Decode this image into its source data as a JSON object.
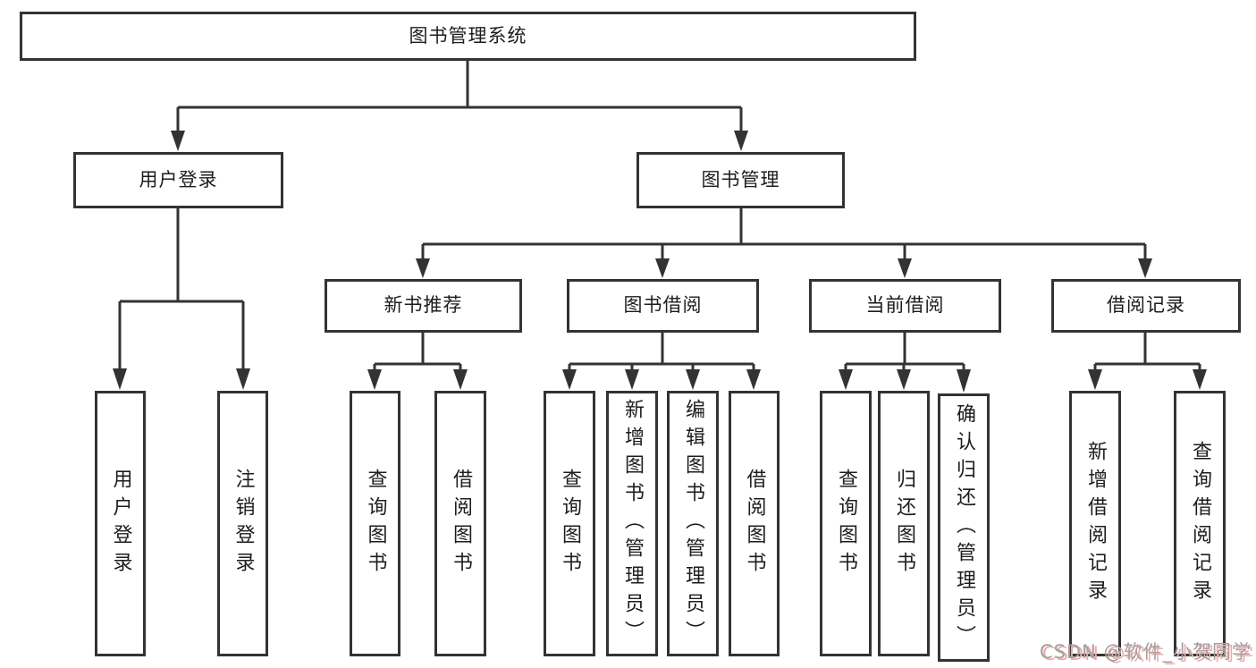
{
  "diagram": {
    "title": "图书管理系统",
    "colors": {
      "line": "#333333",
      "box_border": "#333333",
      "box_bg": "#ffffff",
      "text": "#1d1d1d"
    },
    "nodes": {
      "root": "图书管理系统",
      "user_login": "用户登录",
      "book_mgmt": "图书管理",
      "new_book_rec": "新书推荐",
      "book_borrow": "图书借阅",
      "current_borrow": "当前借阅",
      "borrow_record": "借阅记录",
      "leaf_user_login": "用户登录",
      "leaf_logout": "注销登录",
      "leaf_query_book_a": "查询图书",
      "leaf_borrow_book_a": "借阅图书",
      "leaf_query_book_b": "查询图书",
      "leaf_add_book": "新增图书（管理员）",
      "leaf_edit_book": "编辑图书（管理员）",
      "leaf_borrow_book_b": "借阅图书",
      "leaf_query_book_c": "查询图书",
      "leaf_return_book": "归还图书",
      "leaf_confirm_return": "确认归还（管理员）",
      "leaf_add_record": "新增借阅记录",
      "leaf_query_record": "查询借阅记录"
    },
    "structure": [
      {
        "parent": "图书管理系统",
        "children": [
          "用户登录",
          "图书管理"
        ]
      },
      {
        "parent": "用户登录",
        "children": [
          "用户登录",
          "注销登录"
        ]
      },
      {
        "parent": "图书管理",
        "children": [
          "新书推荐",
          "图书借阅",
          "当前借阅",
          "借阅记录"
        ]
      },
      {
        "parent": "新书推荐",
        "children": [
          "查询图书",
          "借阅图书"
        ]
      },
      {
        "parent": "图书借阅",
        "children": [
          "查询图书",
          "新增图书（管理员）",
          "编辑图书（管理员）",
          "借阅图书"
        ]
      },
      {
        "parent": "当前借阅",
        "children": [
          "查询图书",
          "归还图书",
          "确认归还（管理员）"
        ]
      },
      {
        "parent": "借阅记录",
        "children": [
          "新增借阅记录",
          "查询借阅记录"
        ]
      }
    ]
  },
  "watermark": {
    "text": "CSDN @软件_小贺同学",
    "color": "#a0a0a0",
    "shadow_color": "#efa9a9"
  }
}
